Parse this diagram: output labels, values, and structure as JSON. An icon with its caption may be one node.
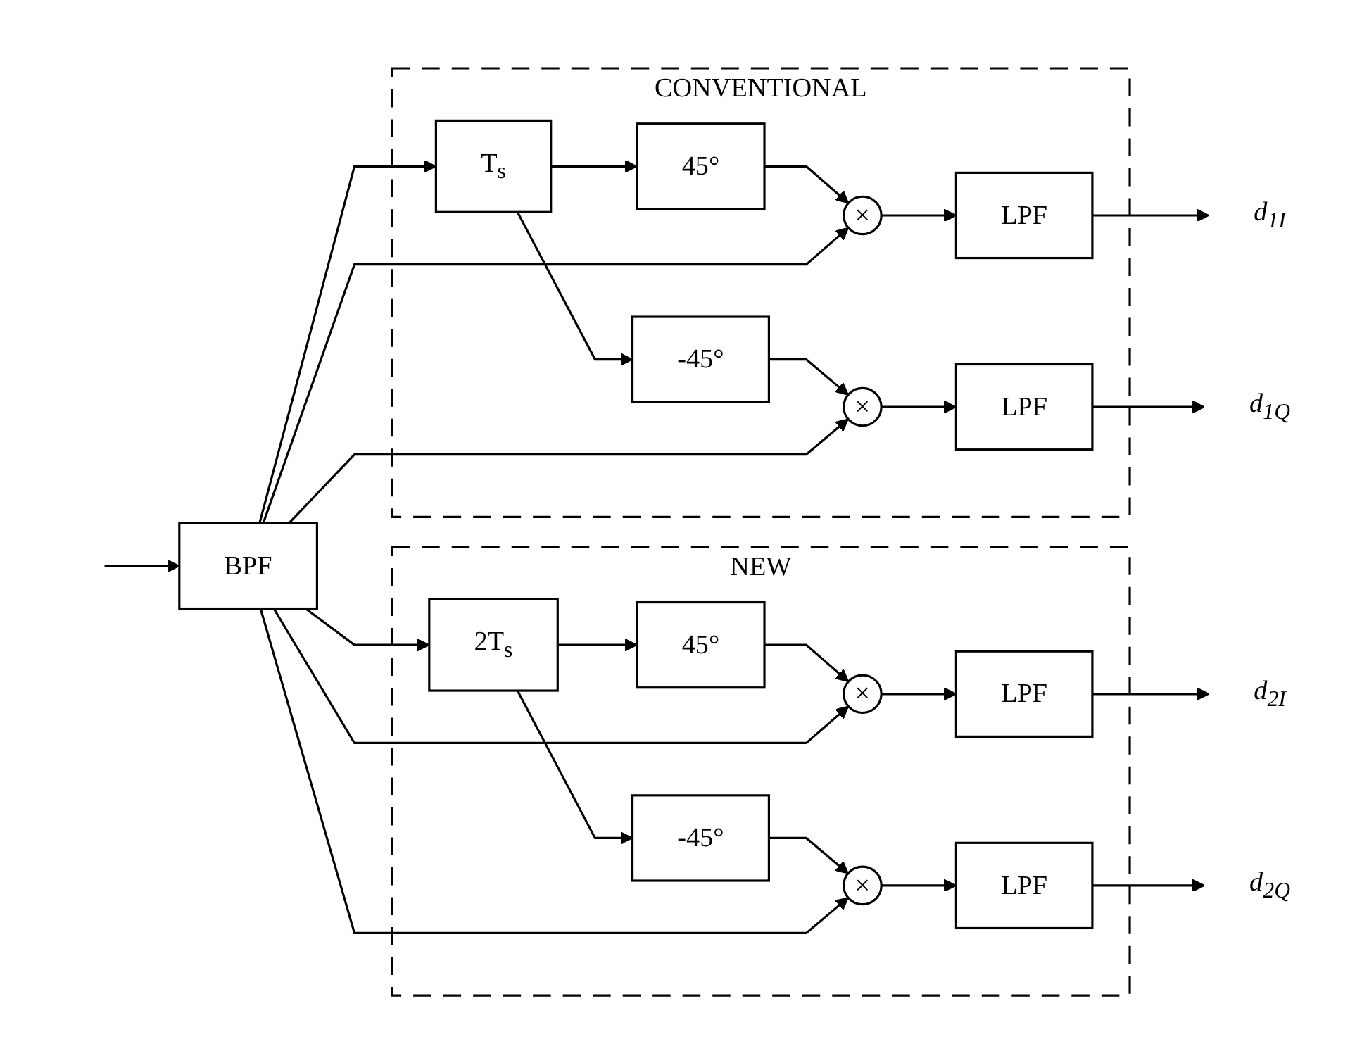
{
  "diagram": {
    "nodes": [
      {
        "text": [
          "CONVENTIONAL"
        ]
      },
      {
        "text": [
          "T$_{s}$"
        ],
        "in": 0
      },
      {
        "text": [
          "45°"
        ],
        "in": 0
      },
      {
        "text": [
          "-45°"
        ],
        "in": 0
      },
      {
        "text": [
          "×"
        ],
        "in": 0
      },
      {
        "text": [
          "LPF"
        ],
        "in": 0
      },
      {
        "text": [
          "×"
        ],
        "in": 0
      },
      {
        "text": [
          "LPF"
        ],
        "in": 0
      },
      {
        "text": [
          "d$_{1I}$"
        ]
      },
      {
        "text": [
          "d$_{1Q}$"
        ]
      },
      {
        "text": [
          "BPF"
        ]
      },
      {
        "text": [
          "NEW"
        ]
      },
      {
        "text": [
          "2T$_{s}$"
        ],
        "in": 11
      },
      {
        "text": [
          "45°"
        ],
        "in": 11
      },
      {
        "text": [
          "-45°"
        ],
        "in": 11
      },
      {
        "text": [
          "×"
        ],
        "in": 11
      },
      {
        "text": [
          "LPF"
        ],
        "in": 11
      },
      {
        "text": [
          "×"
        ],
        "in": 11
      },
      {
        "text": [
          "LPF"
        ],
        "in": 11
      },
      {
        "text": [
          "d$_{2I}$"
        ]
      },
      {
        "text": [
          "d$_{2Q}$"
        ]
      }
    ],
    "edges": [
      {
        "from": null,
        "to": 10,
        "arrow": "to"
      },
      {
        "from": 10,
        "to": 1,
        "arrow": "to"
      },
      {
        "from": 10,
        "to": 12,
        "arrow": "to"
      },
      {
        "from": 1,
        "to": 2,
        "arrow": "to"
      },
      {
        "from": 1,
        "to": 3,
        "arrow": "to"
      },
      {
        "from": 2,
        "to": 4,
        "arrow": "to"
      },
      {
        "from": 3,
        "to": 6,
        "arrow": "to"
      },
      {
        "from": 10,
        "to": 4,
        "arrow": "to"
      },
      {
        "from": 10,
        "to": 6,
        "arrow": "to"
      },
      {
        "from": 4,
        "to": 5,
        "arrow": "to"
      },
      {
        "from": 6,
        "to": 7,
        "arrow": "to"
      },
      {
        "from": 5,
        "to": 8,
        "arrow": "to"
      },
      {
        "from": 7,
        "to": 9,
        "arrow": "to"
      },
      {
        "from": 12,
        "to": 13,
        "arrow": "to"
      },
      {
        "from": 12,
        "to": 14,
        "arrow": "to"
      },
      {
        "from": 13,
        "to": 15,
        "arrow": "to"
      },
      {
        "from": 14,
        "to": 17,
        "arrow": "to"
      },
      {
        "from": 10,
        "to": 15,
        "arrow": "to"
      },
      {
        "from": 10,
        "to": 17,
        "arrow": "to"
      },
      {
        "from": 15,
        "to": 16,
        "arrow": "to"
      },
      {
        "from": 17,
        "to": 18,
        "arrow": "to"
      },
      {
        "from": 16,
        "to": 19,
        "arrow": "to"
      },
      {
        "from": 18,
        "to": 20,
        "arrow": "to"
      }
    ]
  }
}
